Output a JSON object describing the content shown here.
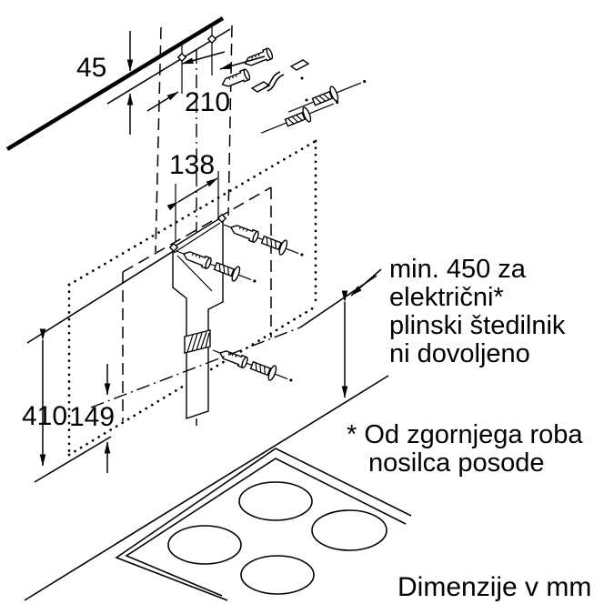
{
  "figure": {
    "type": "installation-diagram",
    "units_caption": "Dimenzije v mm",
    "colors": {
      "line": "#000000",
      "background": "#ffffff"
    },
    "dimensions": {
      "ceiling_gap": "45",
      "top_hole_spacing": "210",
      "bracket_hole_spacing": "138",
      "hood_back_height": "410",
      "bottom_edge_offset": "149"
    },
    "clearance_note": {
      "line1": "min. 450 za",
      "line2": "električni*",
      "line3": "plinski štedilnik",
      "line4": "ni dovoljeno"
    },
    "footnote": {
      "line1": "* Od zgornjega roba",
      "line2": "nosilca posode"
    }
  }
}
